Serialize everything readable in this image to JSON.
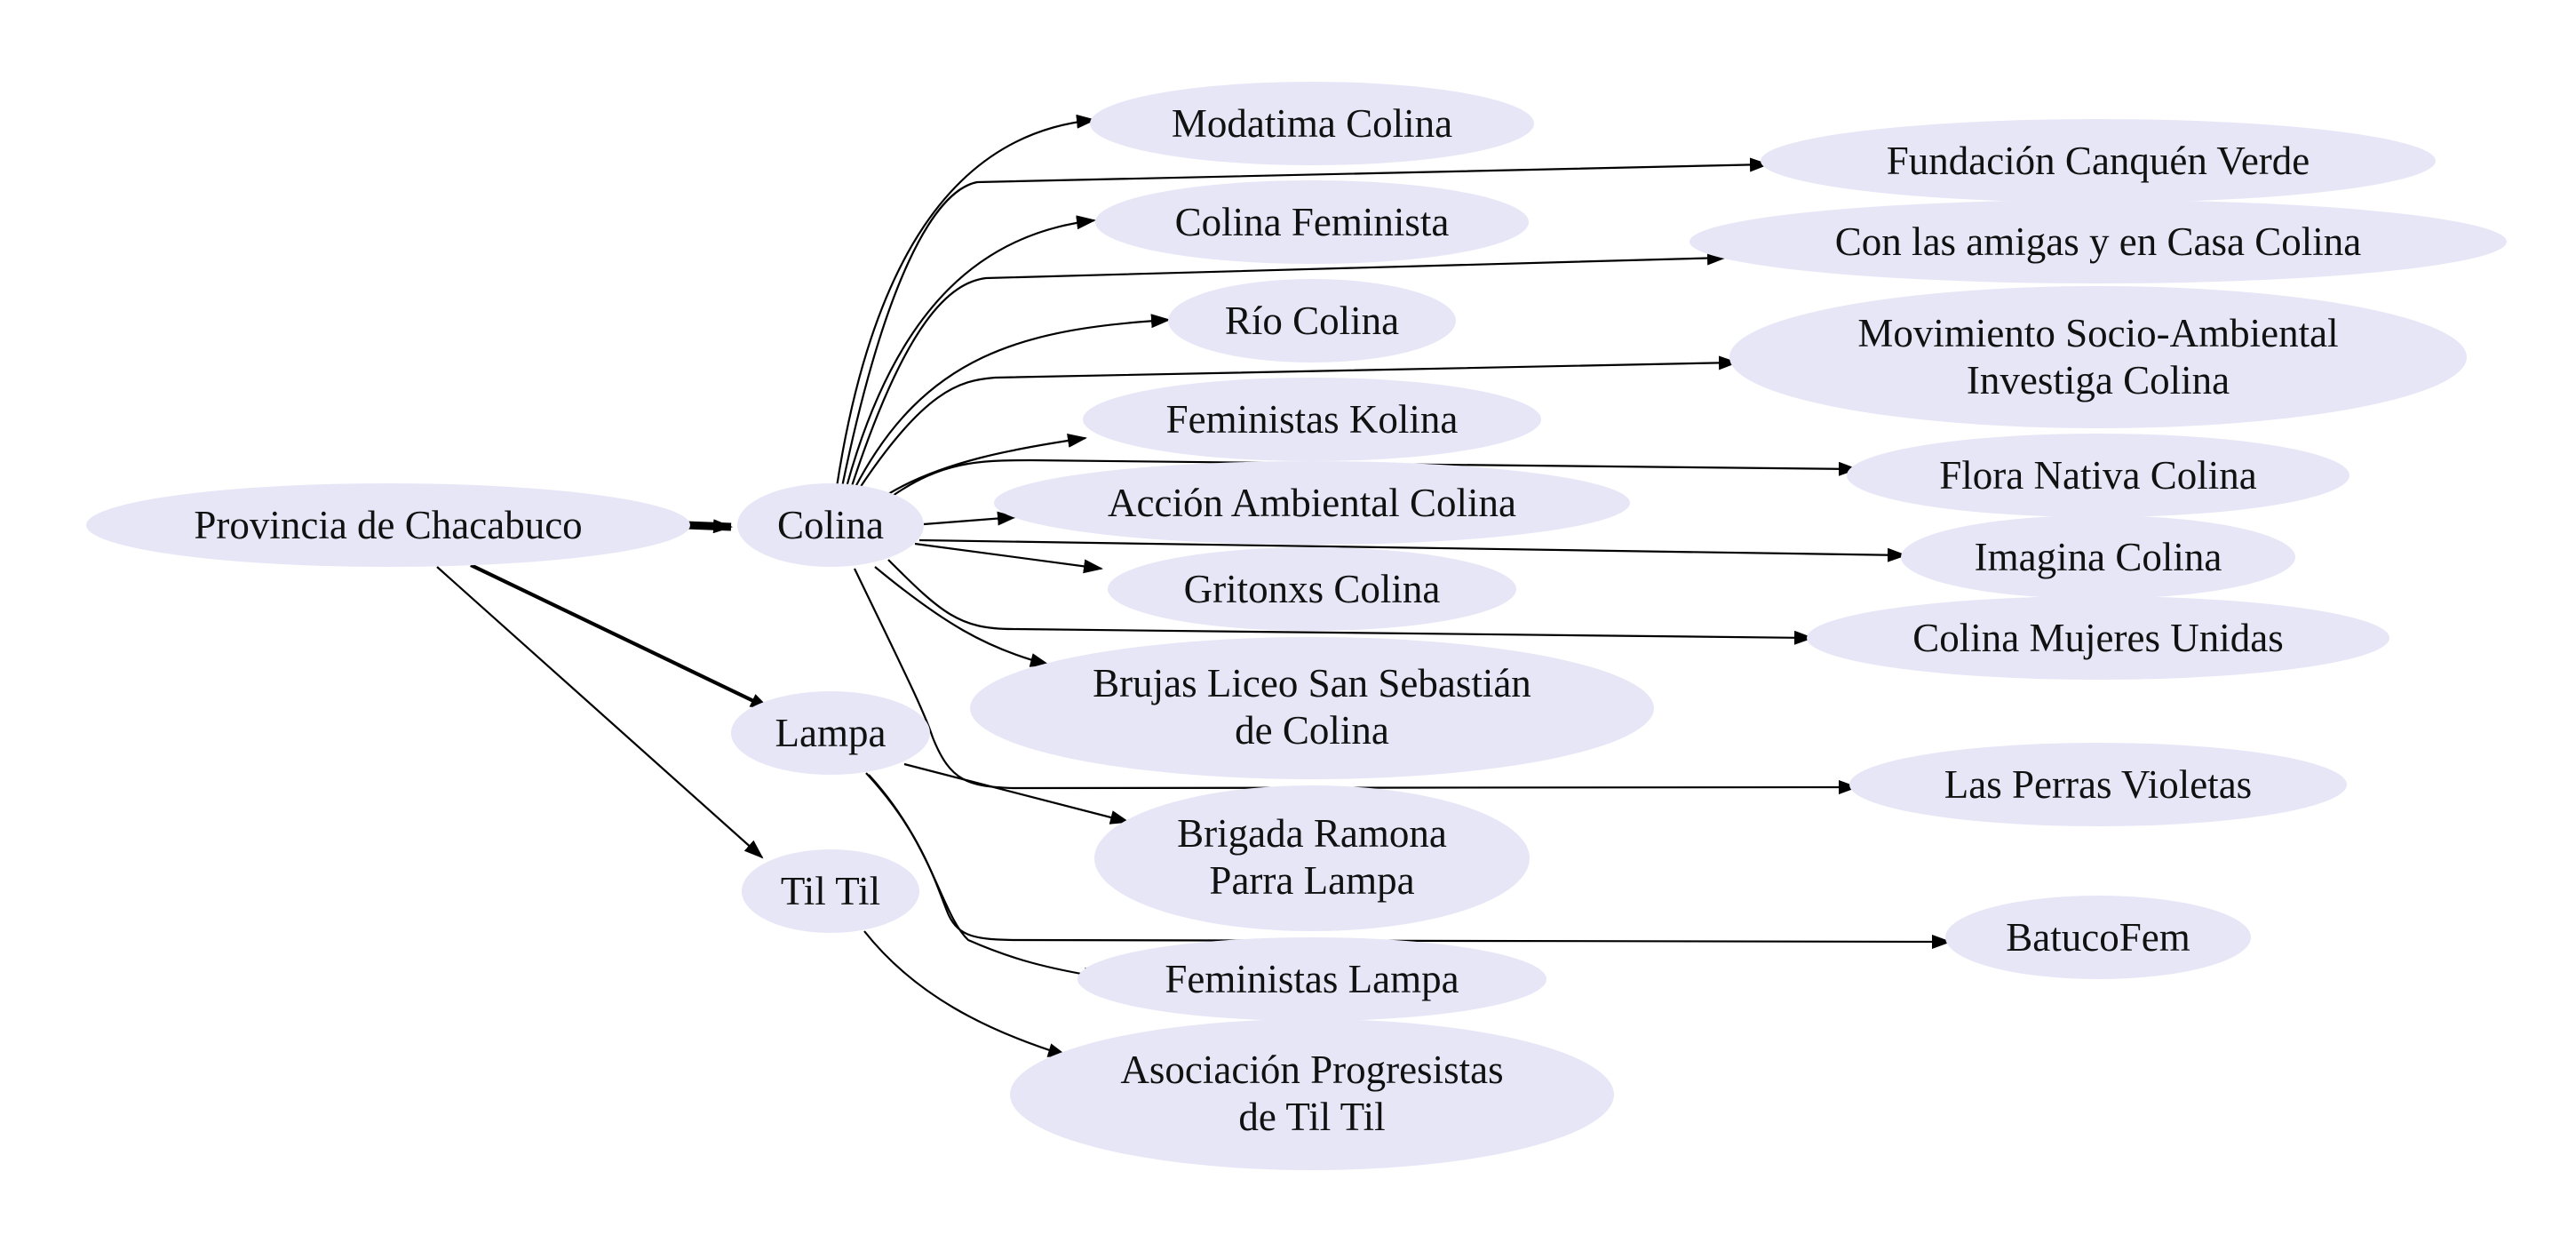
{
  "nodes": {
    "provincia": "Provincia de Chacabuco",
    "colina": "Colina",
    "lampa": "Lampa",
    "tiltil": "Til Til",
    "modatima": "Modatima Colina",
    "fundacion": "Fundación Canquén Verde",
    "colina_feminista": "Colina Feminista",
    "con_las_amigas": "Con las amigas y en Casa Colina",
    "rio_colina": "Río Colina",
    "movimiento": [
      "Movimiento Socio-Ambiental",
      "Investiga Colina"
    ],
    "feministas_kolina": "Feministas Kolina",
    "flora_nativa": "Flora Nativa Colina",
    "accion_ambiental": "Acción Ambiental Colina",
    "imagina": "Imagina Colina",
    "gritonxs": "Gritonxs Colina",
    "mujeres_unidas": "Colina Mujeres Unidas",
    "brujas": [
      "Brujas Liceo San Sebastián",
      "de Colina"
    ],
    "perras_violetas": "Las Perras Violetas",
    "brigada_ramona": [
      "Brigada Ramona",
      "Parra Lampa"
    ],
    "batucofem": "BatucoFem",
    "feministas_lampa": "Feministas Lampa",
    "asociacion": [
      "Asociación Progresistas",
      "de Til Til"
    ]
  }
}
